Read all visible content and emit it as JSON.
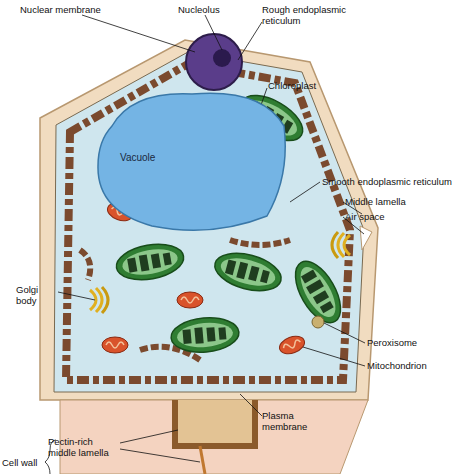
{
  "diagram": {
    "nodes": [
      {
        "text": [
          "Vacuole"
        ]
      }
    ],
    "labels": [
      "Nuclear membrane",
      "Nucleolus",
      "Rough endoplasmic reticulum",
      "Chloroplast",
      "Smooth endoplasmic reticulum",
      "Middle lamella",
      "Air space",
      "Golgi body",
      "Peroxisome",
      "Mitochondrion",
      "Plasma membrane",
      "Pectin-rich middle lamella",
      "Cell wall"
    ]
  }
}
